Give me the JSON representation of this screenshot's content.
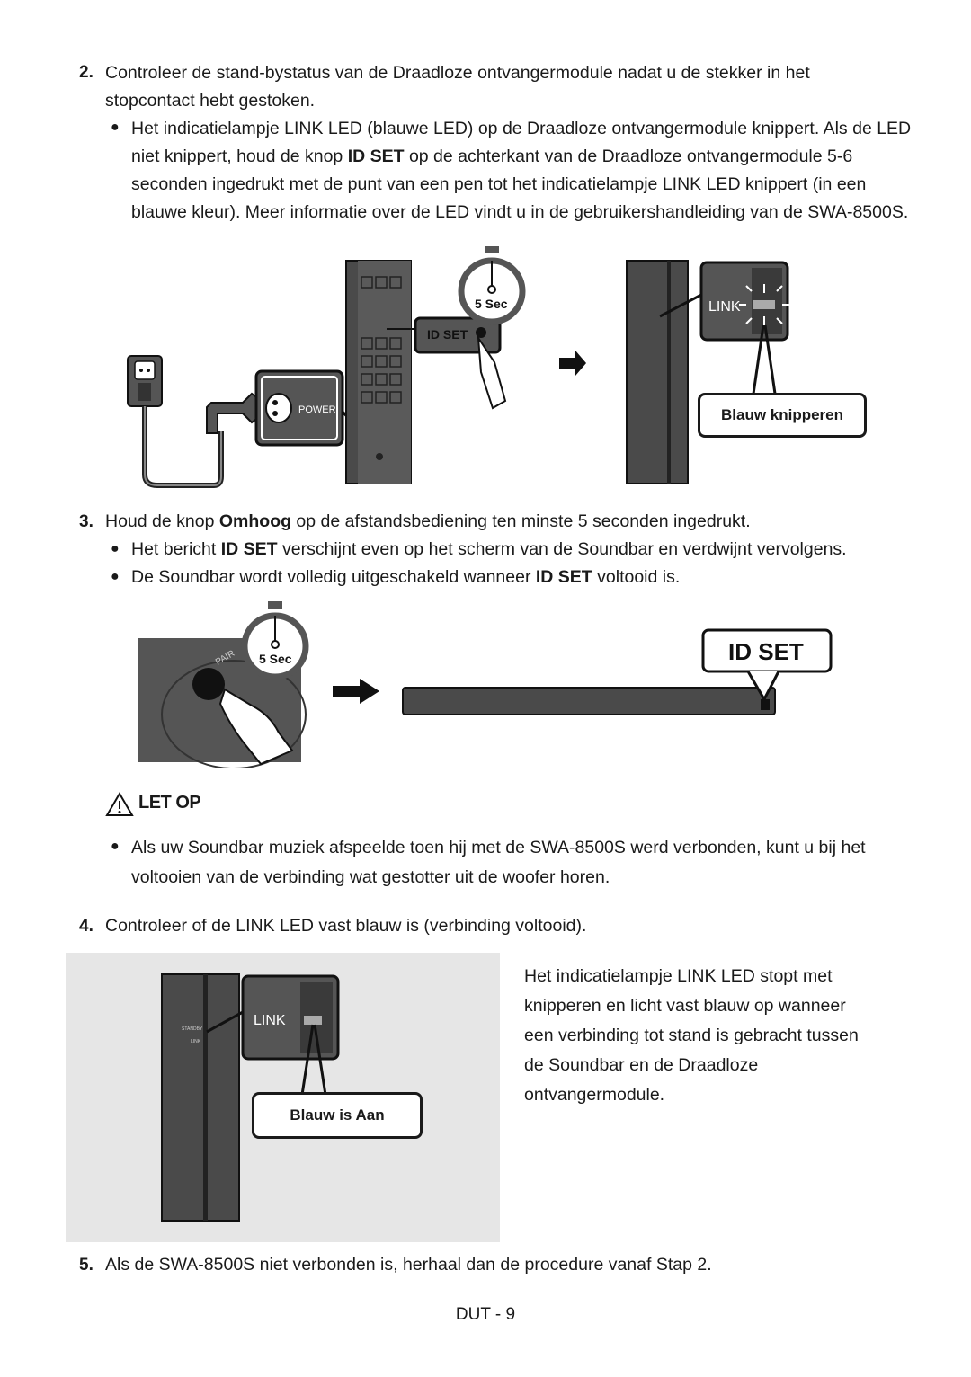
{
  "step2": {
    "num": "2.",
    "line1": "Controleer de stand-bystatus van de Draadloze ontvangermodule nadat u de stekker in het",
    "line2": "stopcontact hebt gestoken.",
    "bullet": {
      "l1": "Het indicatielampje LINK LED (blauwe LED) op de Draadloze ontvangermodule knippert. Als de LED",
      "l2a": "niet knippert, houd de knop ",
      "l2b": "ID SET",
      "l2c": " op de achterkant van de Draadloze ontvangermodule 5-6",
      "l3": "seconden ingedrukt met de punt van een pen tot het indicatielampje LINK LED knippert (in een",
      "l4": "blauwe kleur). Meer informatie over de LED vindt u in de gebruikershandleiding van de SWA-8500S."
    }
  },
  "figure1": {
    "timer_label": "5 Sec",
    "idset_label": "ID SET",
    "power_label": "POWER",
    "link_label": "LINK",
    "blink_label": "Blauw knipperen"
  },
  "step3": {
    "num": "3.",
    "text_a": "Houd de knop ",
    "text_b": "Omhoog",
    "text_c": " op de afstandsbediening ten minste 5 seconden ingedrukt.",
    "bullet1_a": "Het bericht ",
    "bullet1_b": "ID SET",
    "bullet1_c": " verschijnt even op het scherm van de Soundbar en verdwijnt vervolgens.",
    "bullet2_a": "De Soundbar wordt volledig uitgeschakeld wanneer ",
    "bullet2_b": "ID SET",
    "bullet2_c": " voltooid is."
  },
  "figure2": {
    "timer_label": "5 Sec",
    "display_label": "ID SET",
    "pair_label": "PAIR"
  },
  "caution": {
    "title": "LET OP",
    "l1": "Als uw Soundbar muziek afspeelde toen hij met de SWA-8500S werd verbonden, kunt u bij het",
    "l2": "voltooien van de verbinding wat gestotter uit de woofer horen."
  },
  "step4": {
    "num": "4.",
    "text": "Controleer of de LINK LED vast blauw is (verbinding voltooid)."
  },
  "figure3": {
    "link_label": "LINK",
    "on_label": "Blauw is Aan",
    "standby_label": "STANDBY",
    "small_link": "LINK",
    "desc": [
      "Het indicatielampje LINK LED stopt met",
      "knipperen en licht vast blauw op wanneer",
      "een verbinding tot stand is gebracht tussen",
      "de Soundbar en de Draadloze",
      "ontvangermodule."
    ]
  },
  "step5": {
    "num": "5.",
    "text": "Als de SWA-8500S niet verbonden is, herhaal dan de procedure vanaf Stap 2."
  },
  "footer": {
    "page": "DUT - 9"
  }
}
